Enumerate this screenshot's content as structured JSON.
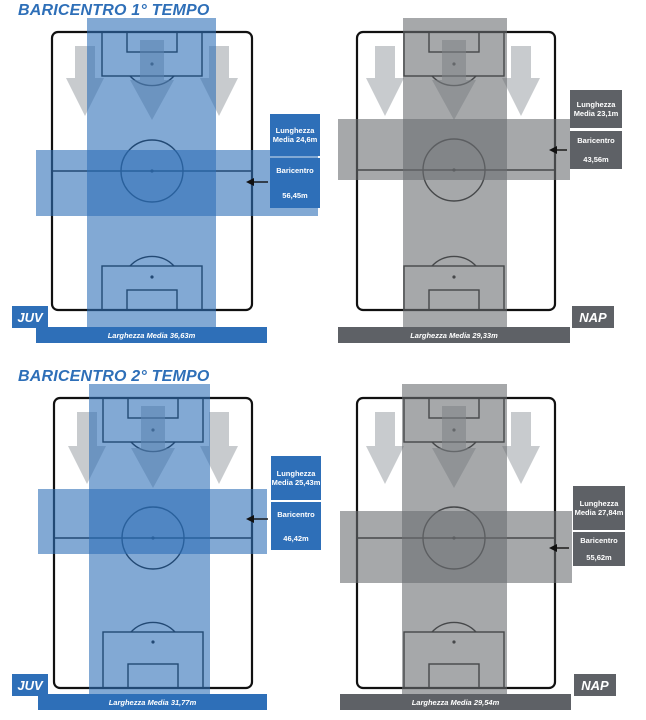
{
  "halves": [
    {
      "title": "BARICENTRO 1° TEMPO",
      "teams": [
        {
          "team": "JUV",
          "color": "#2e6fb8",
          "lunghezza_label": "Lunghezza Media 24,6m",
          "baricentro_label": "Baricentro",
          "baricentro_value": "56,45m",
          "larghezza_label": "Larghezza Media 36,63m"
        },
        {
          "team": "NAP",
          "color": "#5e6166",
          "lunghezza_label": "Lunghezza Media 23,1m",
          "baricentro_label": "Baricentro",
          "baricentro_value": "43,56m",
          "larghezza_label": "Larghezza Media 29,33m"
        }
      ]
    },
    {
      "title": "BARICENTRO 2° TEMPO",
      "teams": [
        {
          "team": "JUV",
          "color": "#2e6fb8",
          "lunghezza_label": "Lunghezza Media 25,43m",
          "baricentro_label": "Baricentro",
          "baricentro_value": "46,42m",
          "larghezza_label": "Larghezza Media 31,77m"
        },
        {
          "team": "NAP",
          "color": "#5e6166",
          "lunghezza_label": "Lunghezza Media 27,84m",
          "baricentro_label": "Baricentro",
          "baricentro_value": "55,62m",
          "larghezza_label": "Larghezza Media 29,54m"
        }
      ]
    }
  ]
}
